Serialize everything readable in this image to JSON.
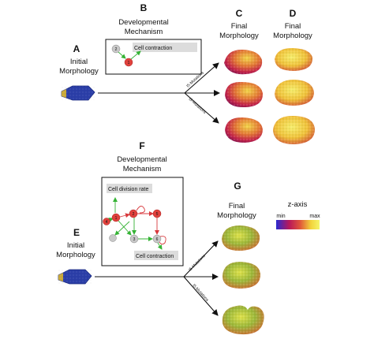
{
  "top": {
    "panel_A": "A",
    "panel_B": "B",
    "panel_C": "C",
    "panel_D": "D",
    "initial_line1": "Initial",
    "initial_line2": "Morphology",
    "dev_line1": "Developmental",
    "dev_line2": "Mechanism",
    "final_c_line1": "Final",
    "final_c_line2": "Morphology",
    "final_d_line1": "Final",
    "final_d_line2": "Morphology",
    "mechanism_label": "Cell contraction",
    "node_labels": [
      "2",
      "1"
    ],
    "arrow_label_1": "I5-Mutations",
    "arrow_label_2": "I5-Mutations"
  },
  "bottom": {
    "panel_E": "E",
    "panel_F": "F",
    "panel_G": "G",
    "initial_line1": "Initial",
    "initial_line2": "Morphology",
    "dev_line1": "Developmental",
    "dev_line2": "Mechanism",
    "final_line1": "Final",
    "final_line2": "Morphology",
    "label_division": "Cell division rate",
    "label_contraction": "Cell contraction",
    "node_labels": [
      "4",
      "1",
      "2",
      "3",
      "5",
      "6"
    ],
    "arrow_label_1": "I5-Mutations",
    "arrow_label_2": "I5-Mutations"
  },
  "colorbar": {
    "title": "z-axis",
    "min_label": "min",
    "max_label": "max"
  },
  "colors": {
    "initial_body": "#2b3ea8",
    "initial_edge": "#c9a93a",
    "active_node": "#e0413c",
    "idle_node": "#c8c8c8",
    "activation_arrow": "#35b335",
    "inhibition_arrow": "#d8393d",
    "colorbar_gradient": [
      "#2a2ad0",
      "#b8185a",
      "#e0553a",
      "#f2d33b",
      "#f5f56a"
    ]
  }
}
